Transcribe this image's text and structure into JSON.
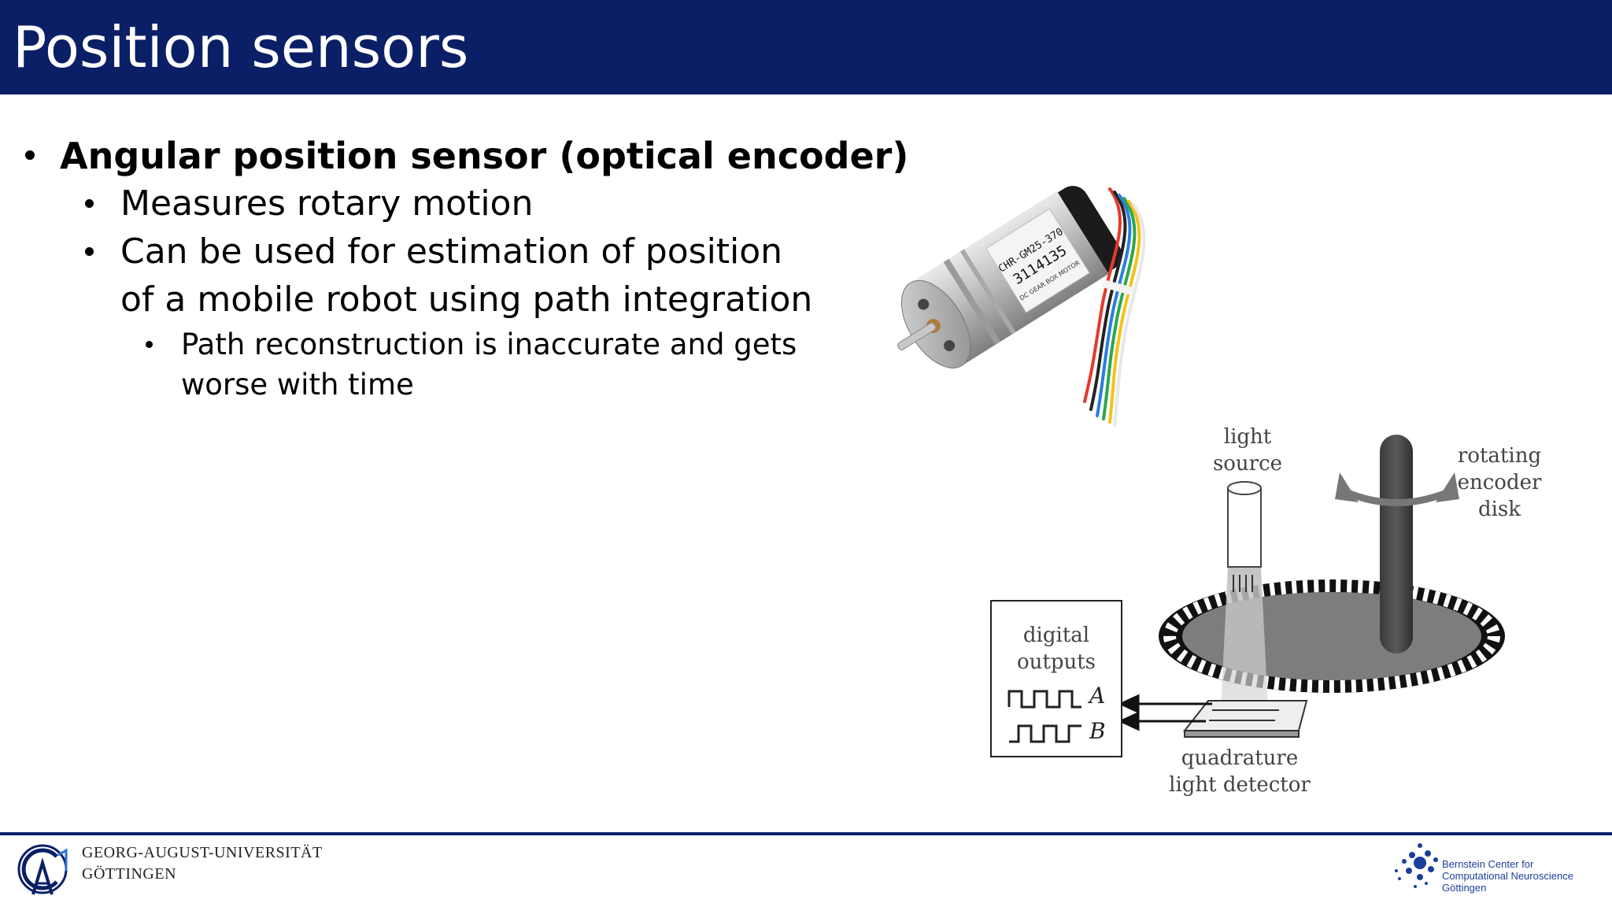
{
  "slide": {
    "title": "Position sensors"
  },
  "bullets": {
    "level1": "Angular position sensor (optical encoder)",
    "level2": [
      "Measures rotary motion",
      "Can be used for estimation of position",
      "of a mobile robot using path integration"
    ],
    "level3": [
      "Path reconstruction is inaccurate and gets",
      "worse with time"
    ]
  },
  "motor_photo": {
    "label_lines": [
      "CHR-GM25-370",
      "3114135",
      "DC GEAR BOX MOTOR"
    ]
  },
  "diagram": {
    "light_source": [
      "light",
      "source"
    ],
    "rotating_disk": [
      "rotating",
      "encoder",
      "disk"
    ],
    "digital_outputs": [
      "digital",
      "outputs"
    ],
    "channel_a": "A",
    "channel_b": "B",
    "detector": [
      "quadrature",
      "light detector"
    ]
  },
  "footer": {
    "university": [
      "GEORG-AUGUST-UNIVERSITÄT",
      "GÖTTINGEN"
    ],
    "bccn": [
      "Bernstein Center for",
      "Computational Neuroscience",
      "Göttingen"
    ]
  },
  "colors": {
    "brand_blue": "#0b1f66",
    "bccn_blue": "#1a3f9b"
  }
}
